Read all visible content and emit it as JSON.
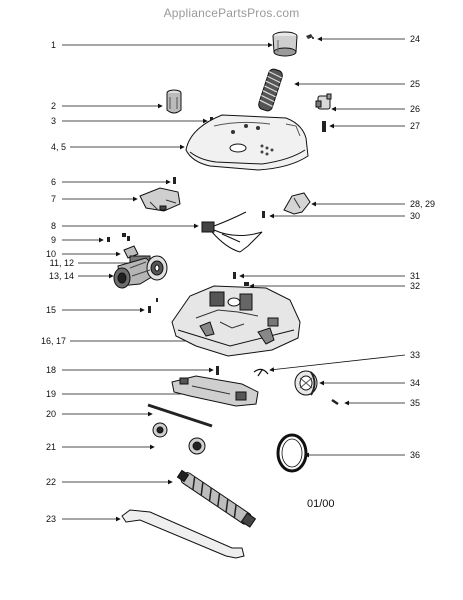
{
  "watermark": "AppliancePartsPros.com",
  "date_code": "01/00",
  "callouts": {
    "c1": "1",
    "c2": "2",
    "c3": "3",
    "c45": "4, 5",
    "c6": "6",
    "c7": "7",
    "c8": "8",
    "c9": "9",
    "c10": "10",
    "c1112": "11, 12",
    "c1314": "13, 14",
    "c15": "15",
    "c1617": "16, 17",
    "c18": "18",
    "c19": "19",
    "c20": "20",
    "c21": "21",
    "c22": "22",
    "c23": "23",
    "c24": "24",
    "c25": "25",
    "c26": "26",
    "c27": "27",
    "c2829": "28, 29",
    "c30": "30",
    "c31": "31",
    "c32": "32",
    "c33": "33",
    "c34": "34",
    "c35": "35",
    "c36": "36"
  }
}
